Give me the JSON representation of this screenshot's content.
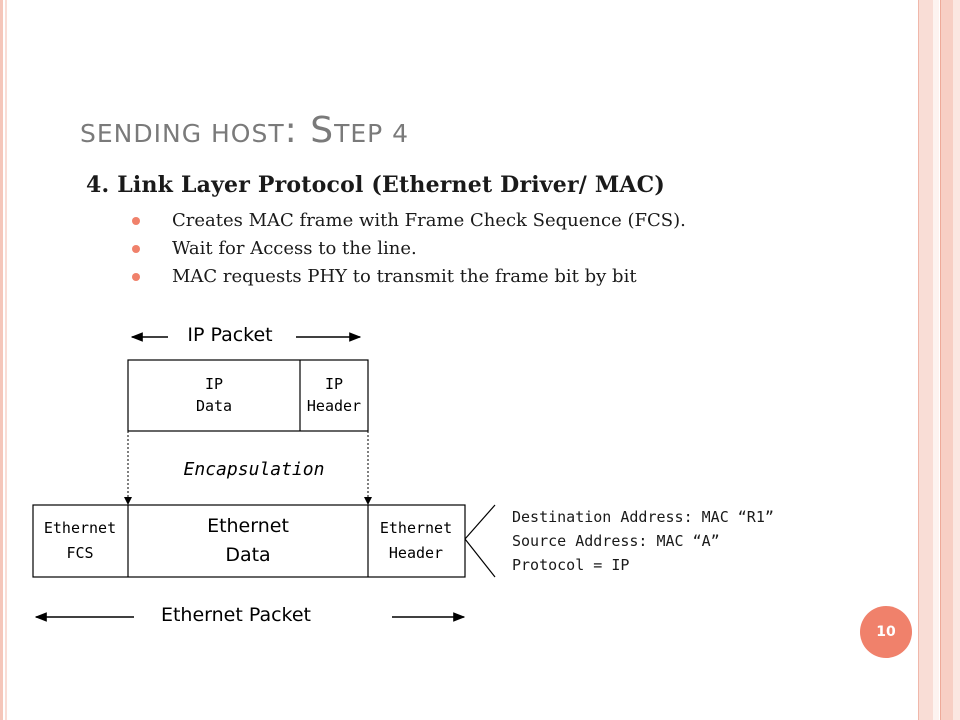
{
  "slide": {
    "title_part1": "SENDING HOST",
    "title_part2": ": S",
    "title_part3": "TEP 4",
    "heading": "4. Link  Layer Protocol (Ethernet Driver/ MAC)",
    "bullets": [
      "Creates MAC frame with Frame Check Sequence (FCS).",
      "Wait for Access to the line.",
      "MAC requests PHY to transmit the frame bit by bit"
    ],
    "page_number": "10"
  },
  "diagram": {
    "ip_packet_label": "IP Packet",
    "ip_data": [
      "IP",
      "Data"
    ],
    "ip_header": [
      "IP",
      "Header"
    ],
    "encapsulation_label": "Encapsulation",
    "ethernet_fcs": [
      "Ethernet",
      "FCS"
    ],
    "ethernet_data": [
      "Ethernet",
      "Data"
    ],
    "ethernet_header": [
      "Ethernet",
      "Header"
    ],
    "ethernet_packet_label": "Ethernet Packet",
    "header_fields": [
      "Destination Address: MAC “R1”",
      "Source Address: MAC “A”",
      "Protocol = IP"
    ]
  },
  "colors": {
    "accent": "#f0816b",
    "title": "#7a7a7a"
  }
}
